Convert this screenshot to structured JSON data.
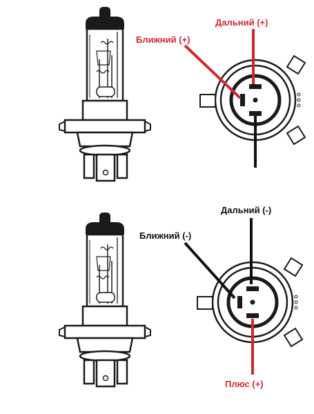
{
  "labels": {
    "top_high": "Дальний (+)",
    "top_low": "Ближний (+)",
    "bottom_high": "Дальний (-)",
    "bottom_low": "Ближний (-)",
    "bottom_plus": "Плюс (+)"
  },
  "colors": {
    "positive": "#cc2a33",
    "negative": "#111111",
    "outline": "#1a1a1a",
    "background": "#ffffff"
  }
}
